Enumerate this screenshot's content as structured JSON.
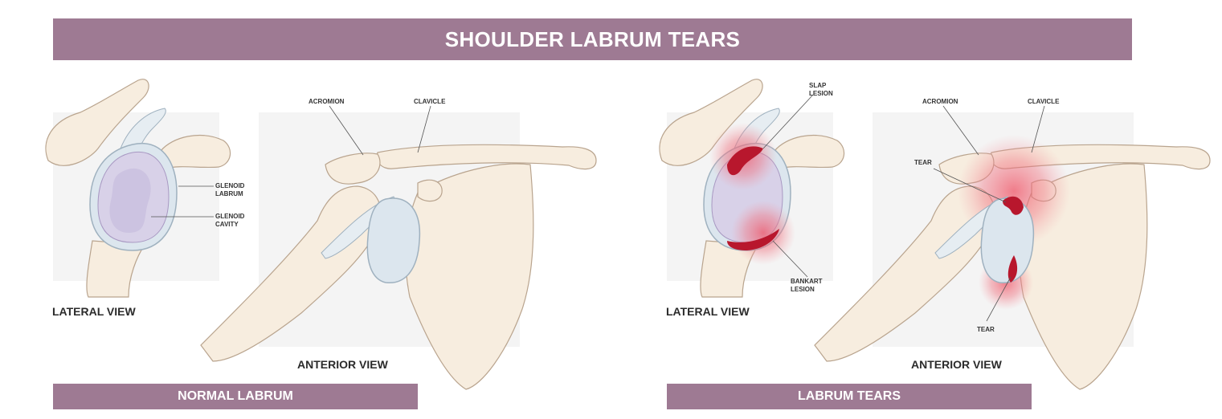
{
  "title": "SHOULDER LABRUM TEARS",
  "colors": {
    "banner": "#9e7a93",
    "bone": "#f7eddf",
    "outline": "#b9a48e",
    "cavity": "#d8d1e8",
    "labrum": "#dce6ee",
    "tear": "#b8172d",
    "inflammation": "#ef5466"
  },
  "left_panel": {
    "caption": "NORMAL LABRUM",
    "lateral_view": {
      "heading": "LATERAL VIEW",
      "labels": {
        "labrum_1": "GLENOID",
        "labrum_2": "LABRUM",
        "cavity_1": "GLENOID",
        "cavity_2": "CAVITY"
      }
    },
    "anterior_view": {
      "heading": "ANTERIOR VIEW",
      "labels": {
        "acromion": "ACROMION",
        "clavicle": "CLAVICLE"
      }
    }
  },
  "right_panel": {
    "caption": "LABRUM TEARS",
    "lateral_view": {
      "heading": "LATERAL VIEW",
      "labels": {
        "slap_1": "SLAP",
        "slap_2": "LESION",
        "bankart_1": "BANKART",
        "bankart_2": "LESION"
      }
    },
    "anterior_view": {
      "heading": "ANTERIOR VIEW",
      "labels": {
        "acromion": "ACROMION",
        "clavicle": "CLAVICLE",
        "tear_upper": "TEAR",
        "tear_lower": "TEAR"
      }
    }
  }
}
